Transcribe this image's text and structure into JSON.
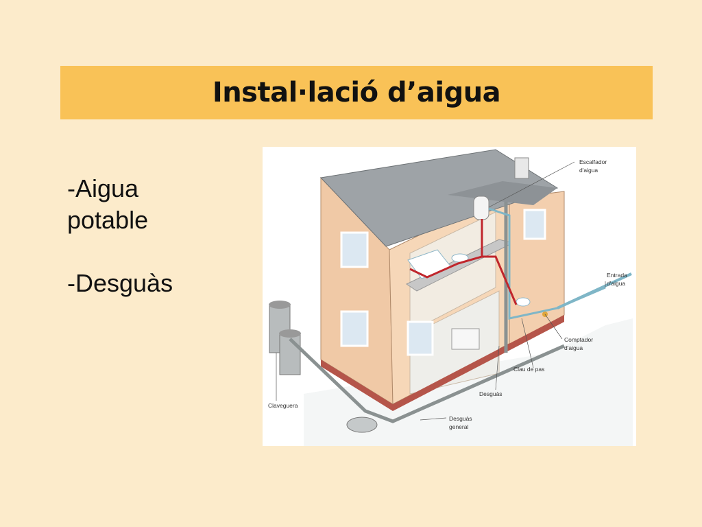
{
  "slide": {
    "title": "Instal·lació d’aigua",
    "bullets": [
      "-Aigua",
      "potable",
      "-Desguàs"
    ]
  },
  "diagram": {
    "labels": {
      "heater_1": "Escalfador",
      "heater_2": "d'aigua",
      "inlet_1": "Entrada",
      "inlet_2": "d'aigua",
      "meter_1": "Comptador",
      "meter_2": "d'aigua",
      "valve": "Clau de pas",
      "drain": "Desguàs",
      "main_drain_1": "Desguàs",
      "main_drain_2": "general",
      "sewer": "Claveguera"
    }
  },
  "colors": {
    "background": "#fcebcb",
    "title_band": "#f9c257",
    "hot_pipe": "#c0262c",
    "cold_pipe": "#7fb6c7",
    "drain_pipe": "#8a9191"
  }
}
